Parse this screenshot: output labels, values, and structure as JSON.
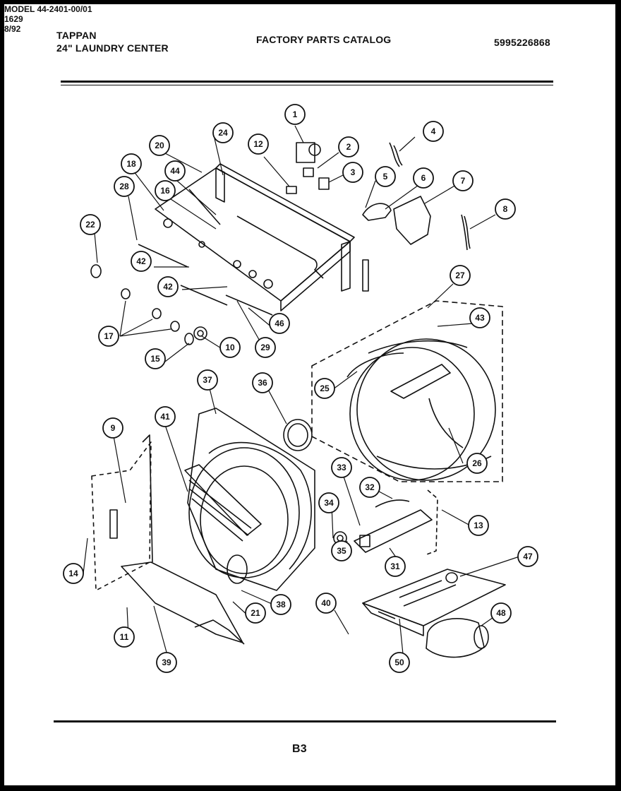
{
  "header": {
    "brand": "TAPPAN",
    "product": "24\" LAUNDRY CENTER",
    "catalog": "FACTORY PARTS CATALOG",
    "part_number": "5995226868"
  },
  "model": "MODEL 44-2401-00/01",
  "callouts": [
    "1",
    "2",
    "3",
    "4",
    "5",
    "6",
    "7",
    "8",
    "9",
    "10",
    "11",
    "12",
    "13",
    "14",
    "15",
    "16",
    "17",
    "18",
    "20",
    "21",
    "22",
    "24",
    "25",
    "26",
    "27",
    "28",
    "29",
    "31",
    "32",
    "33",
    "34",
    "35",
    "36",
    "37",
    "38",
    "39",
    "40",
    "41",
    "42",
    "42",
    "43",
    "44",
    "46",
    "47",
    "48",
    "50"
  ],
  "drawing_code": "1629",
  "footer": {
    "page": "B3",
    "date": "8/92"
  }
}
